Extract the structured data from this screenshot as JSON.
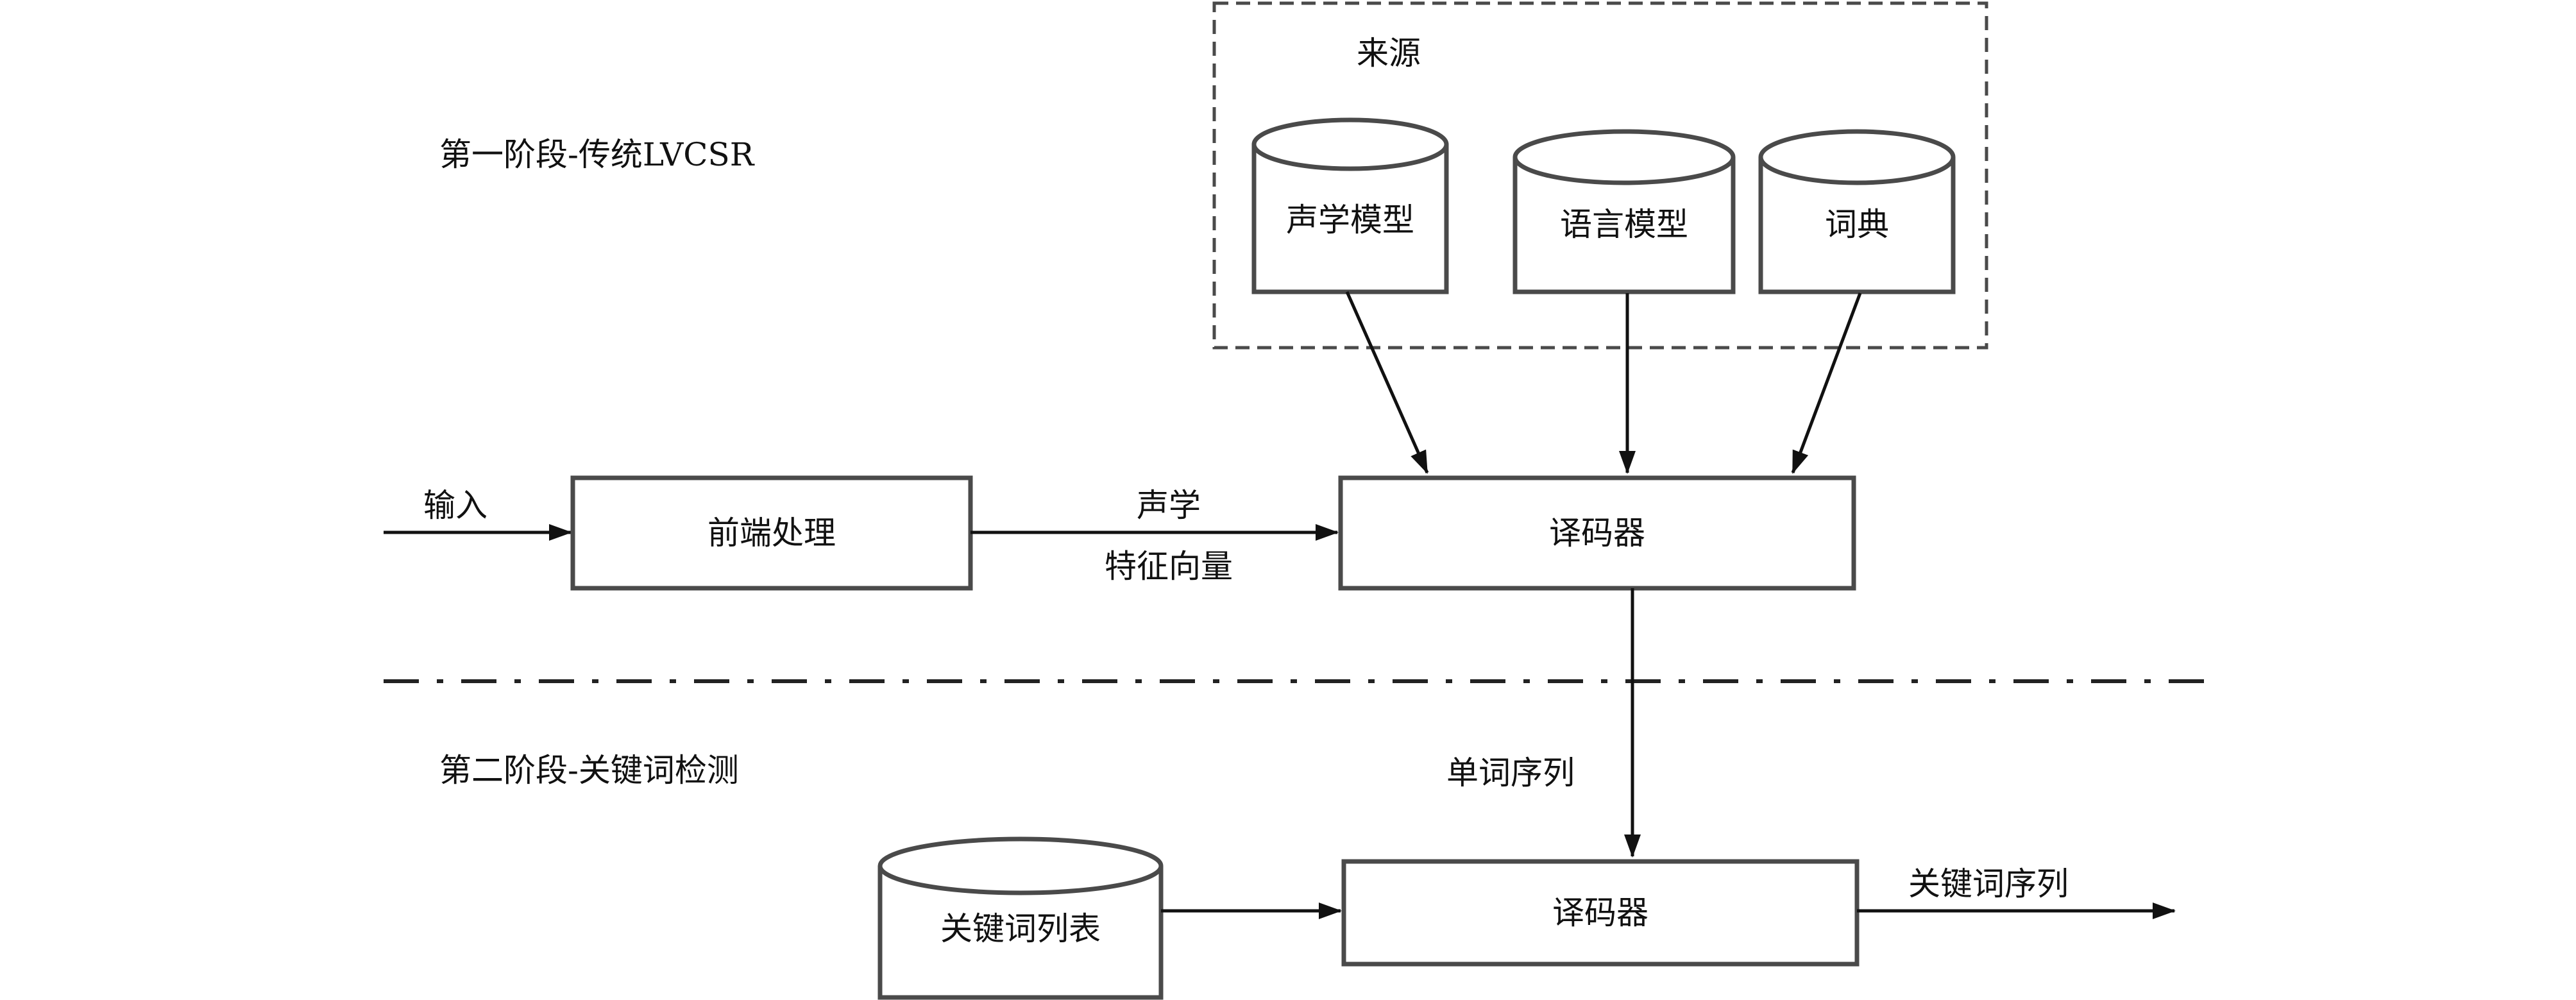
{
  "stage1": {
    "title": "第一阶段-传统LVCSR"
  },
  "stage2": {
    "title": "第二阶段-关键词检测"
  },
  "sources": {
    "label": "来源",
    "items": [
      {
        "label": "声学模型"
      },
      {
        "label": "语言模型"
      },
      {
        "label": "词典"
      }
    ]
  },
  "input": {
    "label": "输入"
  },
  "frontend": {
    "label": "前端处理"
  },
  "features": {
    "line1": "声学",
    "line2": "特征向量"
  },
  "decoder1": {
    "label": "译码器"
  },
  "word_sequence": {
    "label": "单词序列"
  },
  "keyword_list": {
    "label": "关键词列表"
  },
  "decoder2": {
    "label": "译码器"
  },
  "output": {
    "label": "关键词序列"
  }
}
